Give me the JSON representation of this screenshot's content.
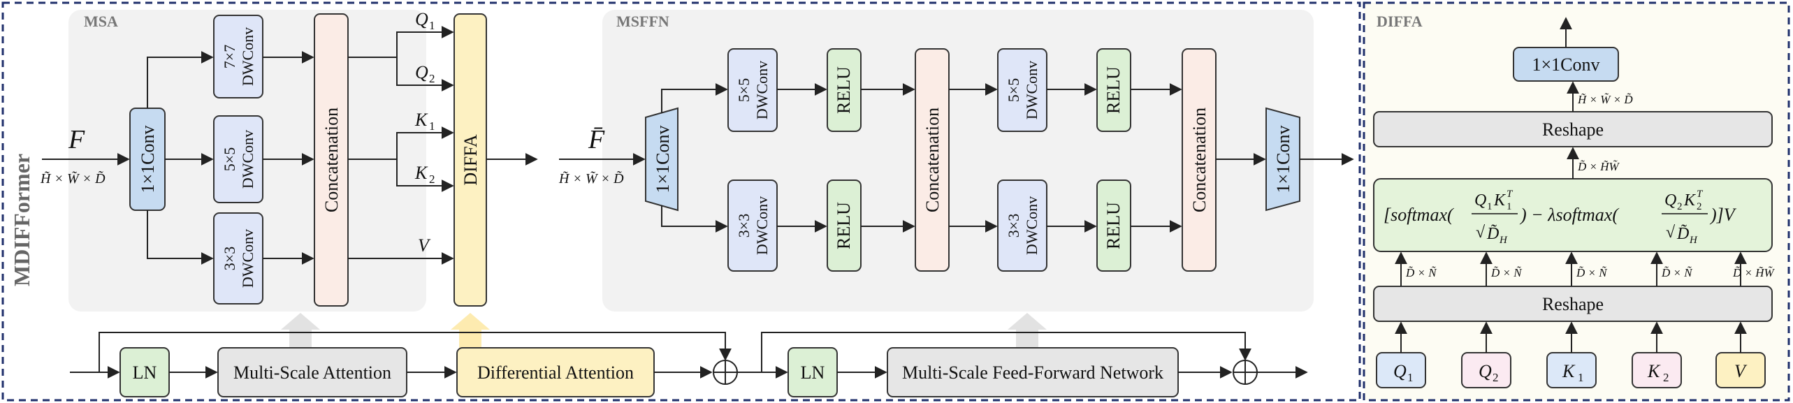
{
  "labels": {
    "model_name": "MDIFFormer",
    "msa_title": "MSA",
    "msffn_title": "MSFFN",
    "diffa_title": "DIFFA",
    "input_F": "F",
    "input_F_dims": "H̃ × W̃ × D̃",
    "input_Fbar": "F̄",
    "input_Fbar_dims": "H̃ × W̃ × D̃",
    "conv1x1": "1×1Conv",
    "dw7": "7×7\nDWConv",
    "dw5": "5×5\nDWConv",
    "dw3": "3×3\nDWConv",
    "concatenation": "Concatenation",
    "diffa": "DIFFA",
    "relu": "RELU",
    "q1": "Q",
    "q1_sub": "1",
    "q2": "Q",
    "q2_sub": "2",
    "k1": "K",
    "k1_sub": "1",
    "k2": "K",
    "k2_sub": "2",
    "v": "V",
    "ln": "LN",
    "multi_scale_attention": "Multi-Scale Attention",
    "differential_attention": "Differential Attention",
    "multi_scale_ffn": "Multi-Scale Feed-Forward Network",
    "plus": "⊕",
    "reshape": "Reshape",
    "dims_out_top": "H̃ × W̃ × D̃",
    "dims_out_mid": "D̃ × H̃W̃",
    "dims_in_dn": "D̃ × Ñ",
    "dims_in_dhw": "D̃ × H̃W̃",
    "formula": "[softmax(Q₁K₁ᵀ / √D̃_H) − λsoftmax(Q₂K₂ᵀ / √D̃_H)]V"
  },
  "colors": {
    "conv_blue": "#c6dbf1",
    "dw_blue": "#dfe6f8",
    "concat_peach": "#fbece6",
    "diffa_yellow": "#fdf1c2",
    "relu_green": "#dcf0d5",
    "gray_block": "#e6e6e6",
    "ln_green": "#dcf0d5",
    "diff_att_yellow": "#fdf1c2",
    "formula_green": "#e4f3da",
    "q1_bg": "#dce8f8",
    "q2_bg": "#fbeaf1",
    "k1_bg": "#dce8f8",
    "k2_bg": "#fbeaf1",
    "v_bg": "#fdf1c2",
    "panel_gray": "#f3f3f3",
    "panel_cream": "#fdfcf3",
    "border_navy": "#1f2f6b"
  }
}
